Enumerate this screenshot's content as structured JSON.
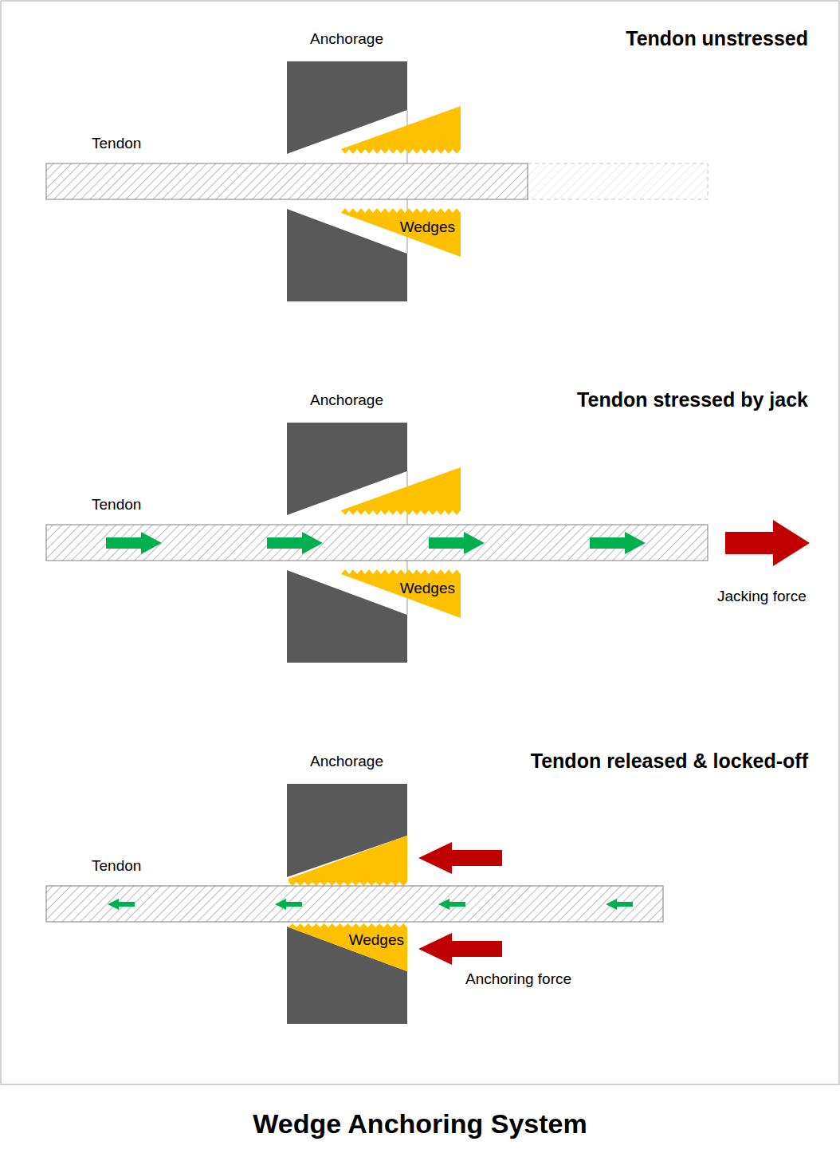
{
  "diagram": {
    "caption": "Wedge Anchoring System",
    "nodes": [
      {
        "text": [
          "Wedges"
        ]
      },
      {
        "text": [
          "Wedges"
        ]
      },
      {
        "text": [
          "Wedges"
        ]
      }
    ],
    "labels": [
      "Anchorage",
      "Tendon unstressed",
      "Tendon",
      "Anchorage",
      "Tendon stressed by jack",
      "Tendon",
      "Jacking force",
      "Anchorage",
      "Tendon released & locked-off",
      "Tendon",
      "Anchoring force"
    ]
  }
}
